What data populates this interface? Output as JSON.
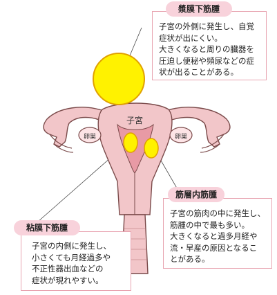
{
  "subserosal": {
    "title": "漿膜下筋腫",
    "description": "子宮の外側に発生し、自覚\n症状が出にくい。\n大きくなると周りの臓器を\n圧迫し便秘や頻尿などの症\n状が出ることがある。"
  },
  "intramural": {
    "title": "筋層内筋腫",
    "description": "子宮の筋肉の中に発生し、\n筋腫の中で最も多い。\n大きくなると過多月経や\n流・早産の原因となるこ\nとがある。"
  },
  "submucosal": {
    "title": "粘膜下筋腫",
    "description": "子宮の内側に発生し、\n小さくても月経過多や\n不正性器出血などの\n症状が現れやすい。"
  },
  "anatomy": {
    "uterus_label": "子宮",
    "ovary_left_label": "卵巣",
    "ovary_right_label": "卵巣"
  },
  "colors": {
    "tissue": "#f2c6c9",
    "tissue_stroke": "#7a4a4a",
    "tumor": "#fff200",
    "tumor_stroke": "#e0a000",
    "box_border": "#e8a3b0",
    "title_bg": "#f8d2db"
  }
}
